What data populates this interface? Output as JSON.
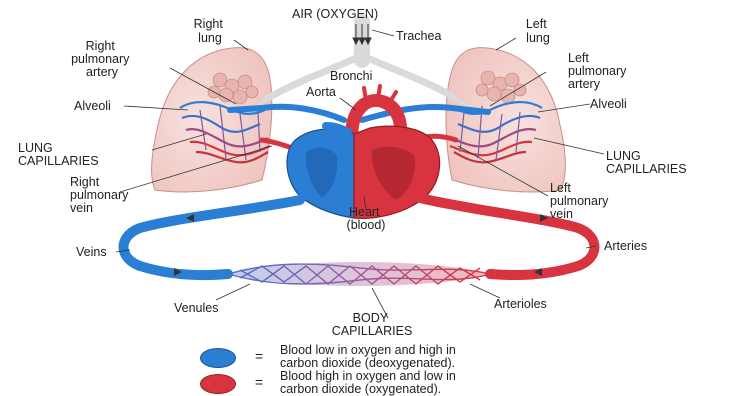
{
  "labels": {
    "air": "AIR (OXYGEN)",
    "trachea": "Trachea",
    "right_lung": [
      "Right",
      "lung"
    ],
    "left_lung": [
      "Left",
      "lung"
    ],
    "right_pulmonary_artery": [
      "Right",
      "pulmonary",
      "artery"
    ],
    "left_pulmonary_artery": [
      "Left",
      "pulmonary",
      "artery"
    ],
    "bronchi": "Bronchi",
    "aorta": "Aorta",
    "alveoli_left_side": "Alveoli",
    "alveoli_right_side": "Alveoli",
    "lung_capillaries_left_side": [
      "LUNG",
      "CAPILLARIES"
    ],
    "lung_capillaries_right_side": [
      "LUNG",
      "CAPILLARIES"
    ],
    "right_pulmonary_vein": [
      "Right",
      "pulmonary",
      "vein"
    ],
    "left_pulmonary_vein": [
      "Left",
      "pulmonary",
      "vein"
    ],
    "heart": [
      "Heart",
      "(blood)"
    ],
    "veins": "Veins",
    "arteries": "Arteries",
    "venules": "Venules",
    "arterioles": "Arterioles",
    "body_capillaries": [
      "BODY",
      "CAPILLARIES"
    ]
  },
  "legend": [
    {
      "color": "#2a7fd4",
      "symbol": "=",
      "lines": [
        "Blood low in oxygen and high in",
        "carbon dioxide (deoxygenated)."
      ]
    },
    {
      "color": "#d8343f",
      "symbol": "=",
      "lines": [
        "Blood high in oxygen and low in",
        "carbon dioxide (oxygenated)."
      ]
    }
  ],
  "colors": {
    "deoxygenated": "#2a7fd4",
    "oxygenated": "#d8343f",
    "lung_fill": "#f3d2cf"
  }
}
